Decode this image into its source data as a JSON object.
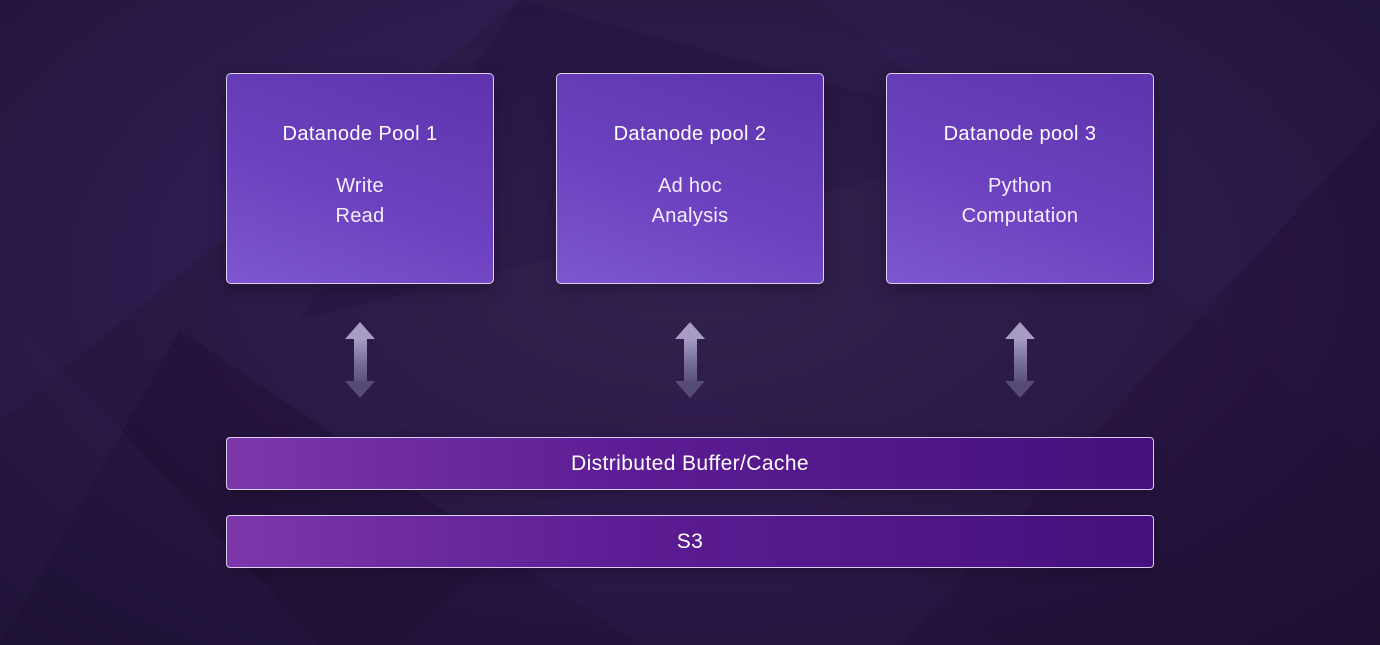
{
  "diagram": {
    "nodes": [
      {
        "title": "Datanode Pool 1",
        "lines": [
          "Write",
          "Read"
        ]
      },
      {
        "title": "Datanode pool 2",
        "lines": [
          "Ad hoc",
          "Analysis"
        ]
      },
      {
        "title": "Datanode pool 3",
        "lines": [
          "Python",
          "Computation"
        ]
      }
    ],
    "layers": [
      {
        "label": "Distributed Buffer/Cache"
      },
      {
        "label": "S3"
      }
    ],
    "colors": {
      "background": "#2b1947",
      "node_gradient_start": "#5e33ac",
      "node_gradient_end": "#7e56d0",
      "layer_gradient_start": "#7c37ab",
      "layer_gradient_end": "#45107d",
      "border": "#f0ebff",
      "arrow": "#a79cc4",
      "text": "#ffffff"
    }
  }
}
